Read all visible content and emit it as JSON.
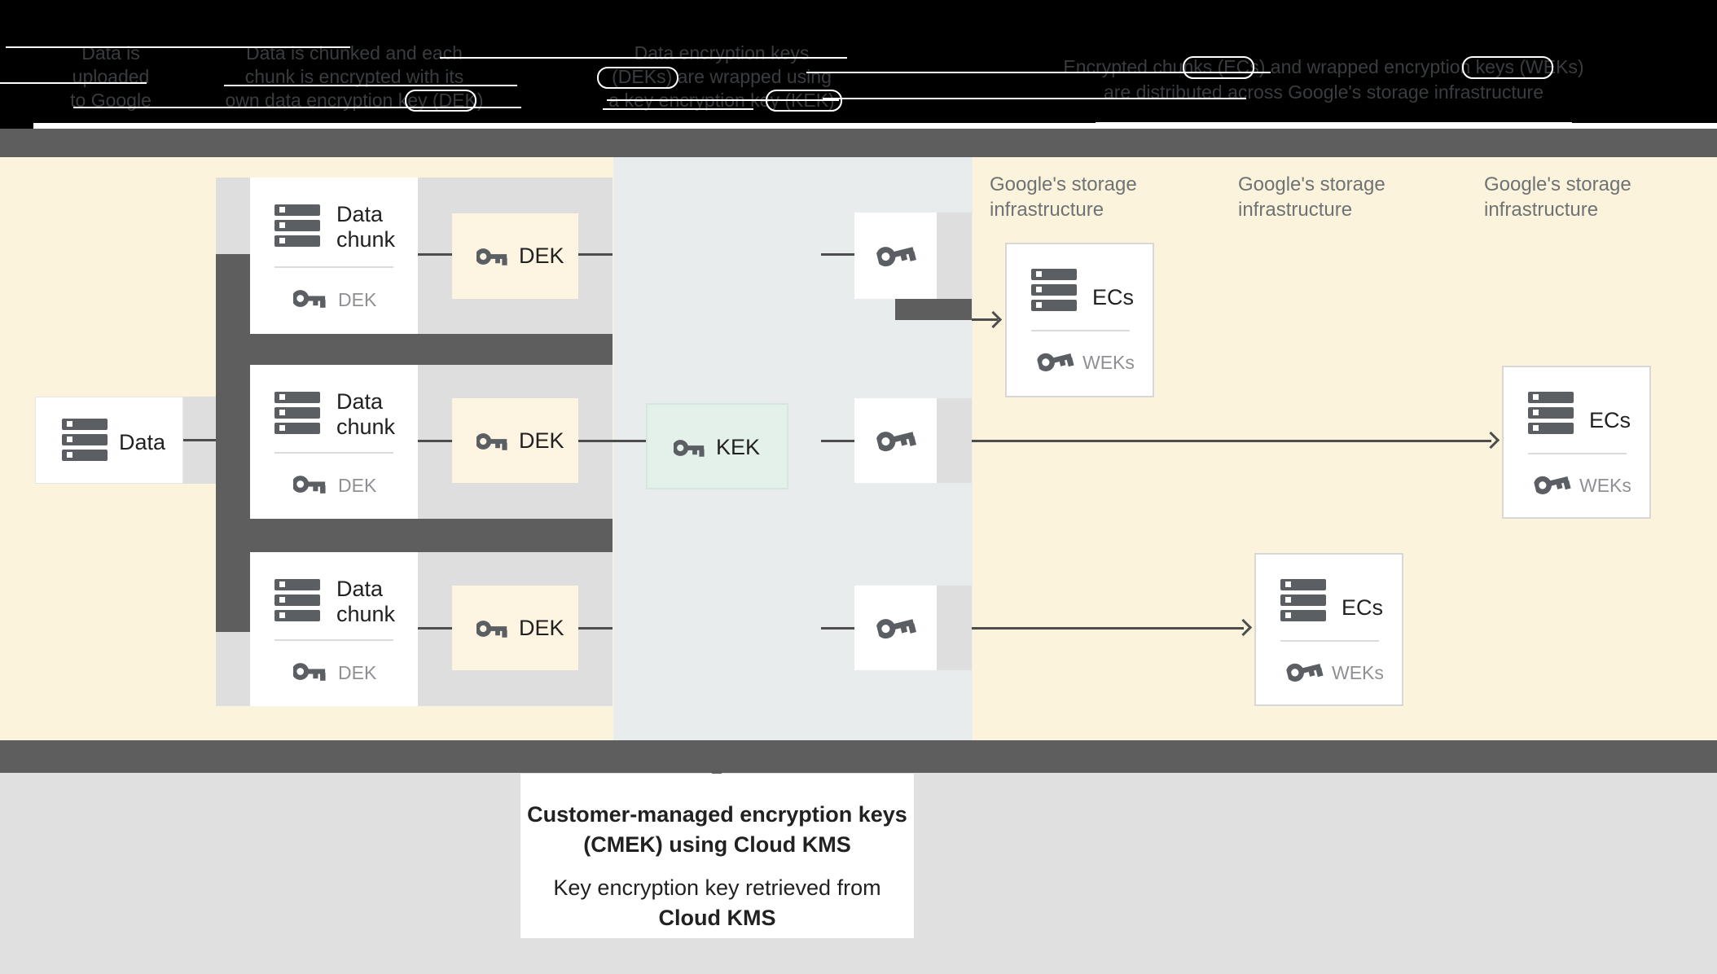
{
  "legend": {
    "steps": [
      {
        "lines": [
          "Data is",
          "uploaded",
          "to Google"
        ]
      },
      {
        "lines": [
          "Data is chunked and each",
          "chunk is encrypted with its",
          "own data encryption key (DEK)"
        ]
      },
      {
        "lines": [
          "Data encryption keys",
          "(DEKs) are wrapped using",
          "a key encryption key (KEK)"
        ]
      },
      {
        "lines": [
          "Encrypted chunks (ECs) and wrapped encryption keys (WEKs)",
          "are distributed across Google's storage infrastructure"
        ]
      }
    ]
  },
  "diagram": {
    "data_box": {
      "label": "Data"
    },
    "chunks": [
      {
        "title_line1": "Data",
        "title_line2": "chunk",
        "key_label": "DEK"
      },
      {
        "title_line1": "Data",
        "title_line2": "chunk",
        "key_label": "DEK"
      },
      {
        "title_line1": "Data",
        "title_line2": "chunk",
        "key_label": "DEK"
      }
    ],
    "dek_boxes": [
      {
        "label": "DEK"
      },
      {
        "label": "DEK"
      },
      {
        "label": "DEK"
      }
    ],
    "kek_box": {
      "label": "KEK"
    },
    "storage_label": {
      "line1": "Google's storage",
      "line2": "infrastructure"
    },
    "ec_boxes": [
      {
        "label": "ECs",
        "key_label": "WEKs"
      },
      {
        "label": "ECs",
        "key_label": "WEKs"
      },
      {
        "label": "ECs",
        "key_label": "WEKs"
      }
    ]
  },
  "footer": {
    "title_line1": "Customer-managed encryption keys",
    "title_line2": "(CMEK) using Cloud KMS",
    "body_line1": "Key encryption key retrieved from",
    "body_line2": "Cloud KMS"
  },
  "colors": {
    "yellow": "#FBF3DB",
    "bluegray": "#E8ECEC",
    "band": "#DEDEDE",
    "dark": "#5E5E5E",
    "dek_fill": "#FDF5E1",
    "kek_fill": "#E4F1EA",
    "kek_border": "#D5E7DC",
    "icon": "#5B5F63",
    "line": "#4D4D4D",
    "text_dark": "#212121",
    "text_gray": "#8E9093",
    "label_gray": "#6F7275",
    "footer_bg": "#E0E0E0",
    "legend_text": "#3A3D40"
  }
}
